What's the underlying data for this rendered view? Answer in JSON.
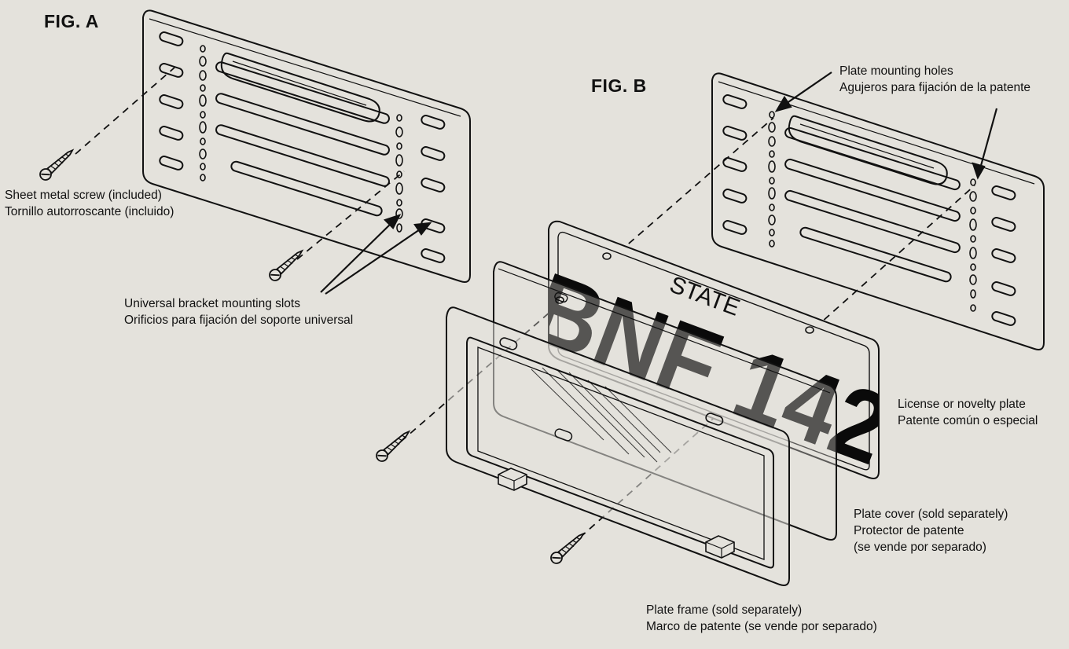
{
  "figures": {
    "fig_a": {
      "title": "FIG. A"
    },
    "fig_b": {
      "title": "FIG. B"
    }
  },
  "labels": {
    "sheet_metal_screw": {
      "en": "Sheet metal screw (included)",
      "es": "Tornillo autorroscante (incluido)"
    },
    "universal_bracket_slots": {
      "en": "Universal bracket mounting slots",
      "es": "Orificios para fijación del soporte universal"
    },
    "plate_mounting_holes": {
      "en": "Plate mounting holes",
      "es": "Agujeros para fijación de la patente"
    },
    "license_plate": {
      "en": "License or novelty plate",
      "es": "Patente común o especial"
    },
    "plate_cover": {
      "en": "Plate cover (sold separately)",
      "es": "Protector de patente",
      "es2": "(se vende por separado)"
    },
    "plate_frame": {
      "en": "Plate frame (sold separately)",
      "es": "Marco de patente (se vende por separado)"
    }
  },
  "plate": {
    "state": "STATE",
    "number": "BNF 142"
  },
  "colors": {
    "background": "#e4e2dc",
    "ink": "#111111",
    "plate_text": "#0a0a0a"
  },
  "icons": [
    "screw-icon",
    "arrow-icon"
  ]
}
